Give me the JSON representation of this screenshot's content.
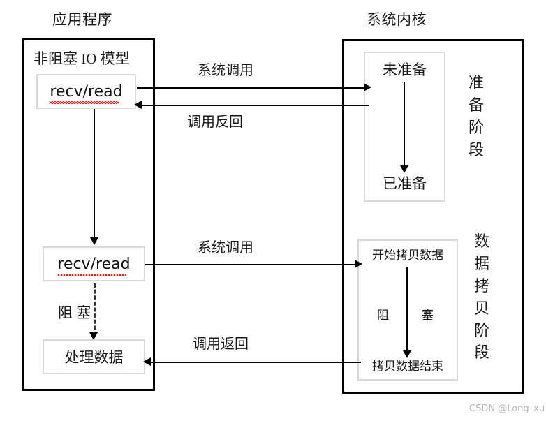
{
  "diagram": {
    "headings": {
      "application": "应用程序",
      "kernel": "系统内核"
    },
    "application_panel": {
      "model_title": "非阻塞 IO 模型",
      "first_call_box": "recv/read",
      "second_call_box": "recv/read",
      "blocking_label": "阻  塞",
      "process_data_box": "处理数据"
    },
    "kernel_panel": {
      "prepare_stage": {
        "not_ready": "未准备",
        "ready": "已准备",
        "stage_label": [
          "准",
          "备",
          "阶",
          "段"
        ]
      },
      "copy_stage": {
        "copy_start": "开始拷贝数据",
        "blocking_label_left": "阻",
        "blocking_label_right": "塞",
        "copy_end": "拷贝数据结束",
        "stage_label": [
          "数",
          "据",
          "拷",
          "贝",
          "阶",
          "段"
        ]
      }
    },
    "connectors": {
      "syscall_top": "系统调用",
      "call_return_top": "调用反回",
      "syscall_bottom": "系统调用",
      "call_return_bottom": "调用返回"
    },
    "watermark": "CSDN @Long_xu",
    "colors": {
      "frame_border": "#000000",
      "inner_box_border": "#d9d9d9",
      "background": "#ffffff",
      "text": "#1a1a1a",
      "spellcheck_underline": "#dd2222",
      "watermark": "#b5b5b5"
    }
  }
}
